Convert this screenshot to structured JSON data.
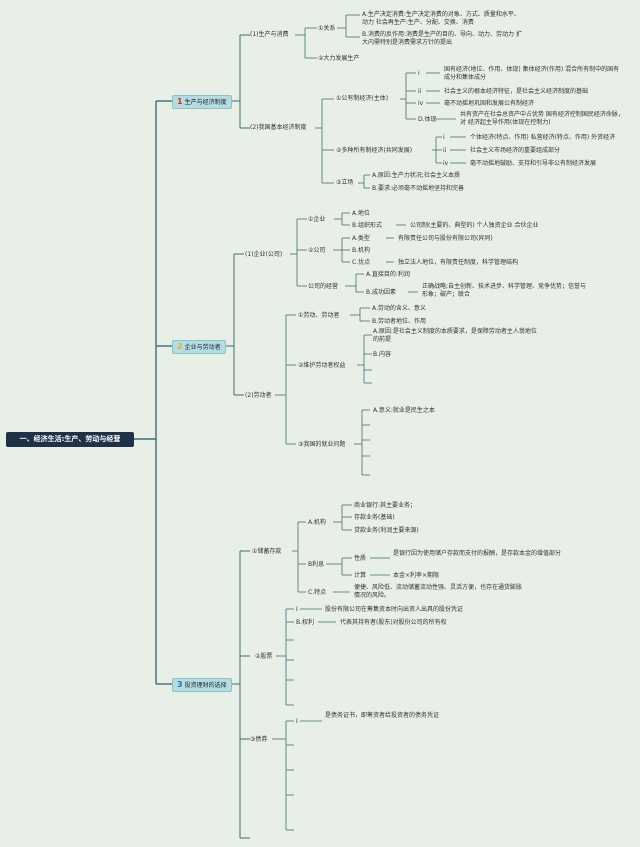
{
  "root": "一、经济生活:生产、劳动与经营",
  "sections": [
    {
      "num": "1",
      "title": "生产与经济制度"
    },
    {
      "num": "2",
      "title": "企业与劳动者"
    },
    {
      "num": "3",
      "title": "投资理财的选择"
    }
  ],
  "n": {
    "prod": "(1)生产与消费",
    "guanxi": "①关系",
    "gxA": "A.生产决定消费:生产决定消费的对象、方式、质量和水平、动力 社会再生产:生产、分配、交换、消费",
    "gxB": "B.消费的反作用:消费是生产的目的、导向、动力、劳动力 扩大内需特别是消费需求方针的提出",
    "dali": "②大力发展生产",
    "jbzd": "(2)我国基本经济制度",
    "gyz": "①公有制经济(主体)",
    "gi": "i",
    "gi_t": "国有经济(地位、作用、体现) 集体经济(作用) 混合所有制中的国有成分和集体成分",
    "gii": "ii",
    "gii_t": "社会主义的根本经济特征，是社会主义经济制度的基础",
    "giv": "iv",
    "giv_t": "毫不动摇地巩固和发展公有制经济",
    "gD": "D.体现",
    "gD_t": "共有资产在社会总资产中占优势 国有经济控制国民经济命脉，对 经济起主导作用(体现在控制力)",
    "dzy": "②多种所有制经济(共同发展)",
    "di": "i",
    "di_t": "个体经济(特点、作用) 私营经济(特点、作用) 外资经济",
    "dii": "ii",
    "dii_t": "社会主义市场经济的重要组成部分",
    "div": "iv",
    "div_t": "毫不动摇地鼓励、支持和引导非公有制经济发展",
    "lc": "③立场",
    "lcA": "A.原因:生产力状况;社会主义本质",
    "lcB": "B.要求:必须毫不动摇地坚持和完善",
    "qy": "(1)企业(公司)",
    "qy1": "①企业",
    "qy1A": "A.地位",
    "qy1B": "B.组织形式",
    "qy1B_t": "公司制(主要的、典型的) 个人独资企业 合伙企业",
    "gs": "②公司",
    "gsA": "A.类型",
    "gsA_t": "有限责任公司与股份有限公司(异同)",
    "gsB": "B.机构",
    "gsC": "C.优点",
    "gsC_t": "独立法人地位，有限责任制度，科学管理结构",
    "jy": "公司的经营",
    "jyA": "A.直接目的:利润",
    "jyB": "B.成功因素",
    "jyB_t": "正确战略;自主创新、技术进步、科学管理、竞争优势；信誉与形象；破产；联合",
    "ldz": "(2)劳动者",
    "ld1": "①劳动、劳动者",
    "ld1A": "A.劳动的含义、意义",
    "ld1B": "B.劳动者地位、作用",
    "qy2": "②维护劳动者权益",
    "qy2A": "A.原因:是社会主义制度的本质要求，是保障劳动者主人翁地位的前提",
    "qy2B": "B.内容",
    "jiuye": "③我国的就业问题",
    "jiuyeA": "A.意义:就业是民生之本",
    "cx": "①储蓄存款",
    "cxA": "A.机构",
    "cxA1": "商业银行:其主要业务；",
    "cxA2": "存款业务(基础)",
    "cxA3": "贷款业务(利润主要来源)",
    "cxB": "B利息",
    "xz": "性质",
    "xz_t": "是银行因为使用储户存款而支付的报酬，是存款本金的增值部分",
    "js": "计算",
    "js_t": "本金×利率×期限",
    "cxC": "C.特点",
    "cxC_t": "便捷、风险低、流动储蓄流动性强、灵活方便，也存在通货膨胀情况的风险。",
    "gp": "②股票",
    "gp1": "Ⅰ",
    "gp1_t": "股份有限公司在筹集资本时向出资人出具的股份凭证",
    "gpB": "B.权利",
    "gpB_t": "代表其持有者(股东)对股份公司的所有权",
    "zq": "③债券",
    "zq1": "Ⅰ",
    "zq1_t": "是债务证书，即筹资者给投资者的债务凭证"
  },
  "colors": {
    "line": "#3f6e78",
    "root": "#1f3147",
    "section": "#b6dce2"
  }
}
